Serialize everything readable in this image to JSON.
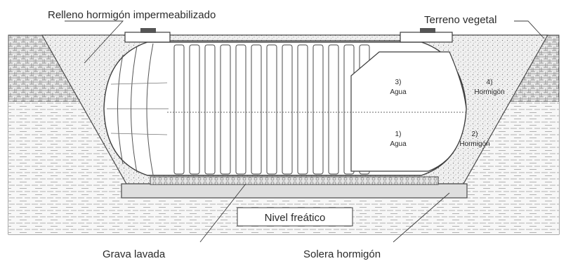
{
  "labels": {
    "relleno": "Relleno hormigón impermeabilizado",
    "terreno": "Terreno vegetal",
    "grava": "Grava lavada",
    "solera": "Solera hormigón",
    "nivel": "Nivel freático"
  },
  "zones": [
    {
      "num": "1)",
      "name": "Agua"
    },
    {
      "num": "2)",
      "name": "Hormigón"
    },
    {
      "num": "3)",
      "name": "Agua"
    },
    {
      "num": "4)",
      "name": "Hormigón"
    }
  ],
  "colors": {
    "line": "#4a4a4a",
    "ground": "#f2f2f2",
    "fill": "#e6e6e6",
    "tank": "#ffffff"
  }
}
